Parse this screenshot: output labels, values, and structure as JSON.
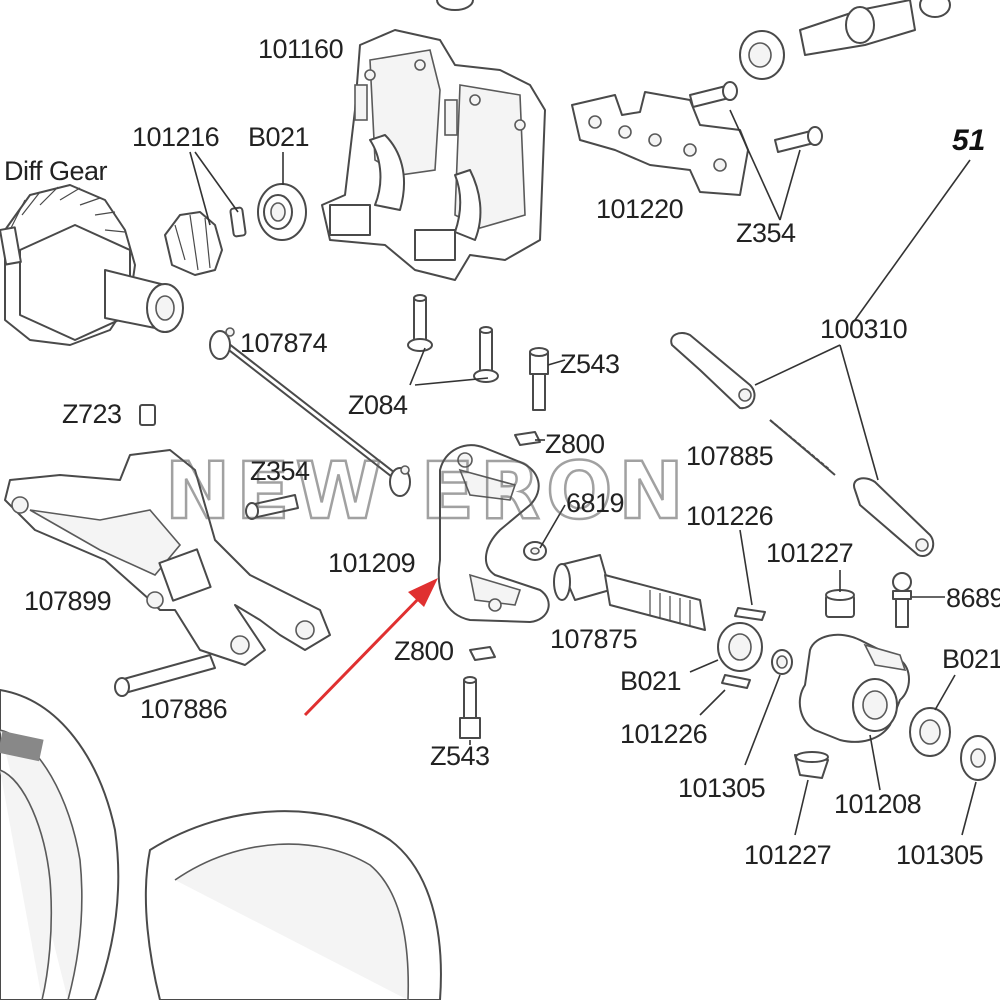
{
  "diagram": {
    "accent_color": "#e03030",
    "watermark": "NEW ERON",
    "labels": {
      "diff_gear": "Diff Gear",
      "p101160": "101160",
      "p101216": "101216",
      "b021_top": "B021",
      "p101220": "101220",
      "z354_top": "Z354",
      "p51": "51",
      "p100310": "100310",
      "p107874": "107874",
      "z543_top": "Z543",
      "z084": "Z084",
      "z723": "Z723",
      "z800_top": "Z800",
      "p107885": "107885",
      "z354_mid": "Z354",
      "p6819": "6819",
      "p101226_top": "101226",
      "p101209": "101209",
      "p101227_top": "101227",
      "p8689": "8689",
      "p107899": "107899",
      "p107875": "107875",
      "z800_bot": "Z800",
      "b021_mid": "B021",
      "b021_right": "B021",
      "p107886": "107886",
      "p101226_bot": "101226",
      "z543_bot": "Z543",
      "p101305_left": "101305",
      "p101208": "101208",
      "p101227_bot": "101227",
      "p101305_right": "101305"
    }
  }
}
